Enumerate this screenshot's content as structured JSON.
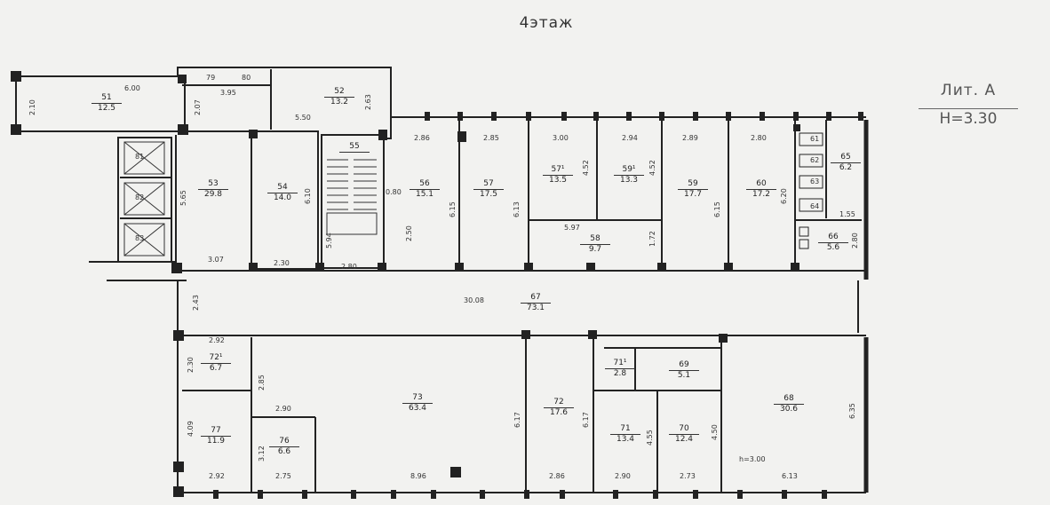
{
  "title": "4этаж",
  "lit": {
    "name": "Лит. А",
    "height": "Н=3.30"
  },
  "rooms": [
    {
      "id": "51",
      "num": "51",
      "area": "12.5"
    },
    {
      "id": "52",
      "num": "52",
      "area": "13.2"
    },
    {
      "id": "53",
      "num": "53",
      "area": "29.8"
    },
    {
      "id": "54",
      "num": "54",
      "area": "14.0"
    },
    {
      "id": "55",
      "num": "55",
      "area": ""
    },
    {
      "id": "56",
      "num": "56",
      "area": "15.1"
    },
    {
      "id": "57",
      "num": "57",
      "area": "17.5"
    },
    {
      "id": "57a",
      "num": "57¹",
      "area": "13.5"
    },
    {
      "id": "59a",
      "num": "59¹",
      "area": "13.3"
    },
    {
      "id": "58",
      "num": "58",
      "area": "9.7"
    },
    {
      "id": "59",
      "num": "59",
      "area": "17.7"
    },
    {
      "id": "60",
      "num": "60",
      "area": "17.2"
    },
    {
      "id": "65",
      "num": "65",
      "area": "6.2"
    },
    {
      "id": "66",
      "num": "66",
      "area": "5.6"
    },
    {
      "id": "67",
      "num": "67",
      "area": "73.1"
    },
    {
      "id": "72a",
      "num": "72¹",
      "area": "6.7"
    },
    {
      "id": "77",
      "num": "77",
      "area": "11.9"
    },
    {
      "id": "76",
      "num": "76",
      "area": "6.6"
    },
    {
      "id": "73",
      "num": "73",
      "area": "63.4"
    },
    {
      "id": "72",
      "num": "72",
      "area": "17.6"
    },
    {
      "id": "71a",
      "num": "71¹",
      "area": "2.8"
    },
    {
      "id": "69",
      "num": "69",
      "area": "5.1"
    },
    {
      "id": "71",
      "num": "71",
      "area": "13.4"
    },
    {
      "id": "70",
      "num": "70",
      "area": "12.4"
    },
    {
      "id": "68",
      "num": "68",
      "area": "30.6"
    }
  ],
  "small_labels": [
    "79",
    "80",
    "81",
    "82",
    "83",
    "61",
    "62",
    "63",
    "64"
  ],
  "dimensions": [
    "6.00",
    "2.10",
    "3.95",
    "2.07",
    "5.50",
    "2.63",
    "5.65",
    "3.07",
    "6.10",
    "2.30",
    "5.94",
    "2.80",
    "0.80",
    "2.50",
    "2.86",
    "6.15",
    "2.85",
    "6.13",
    "3.00",
    "4.52",
    "2.94",
    "4.52",
    "5.97",
    "1.72",
    "2.89",
    "6.15",
    "2.80",
    "6.20",
    "1.55",
    "2.80",
    "30.08",
    "2.43",
    "2.92",
    "2.30",
    "2.85",
    "4.09",
    "2.90",
    "3.12",
    "2.92",
    "2.75",
    "8.96",
    "6.17",
    "2.86",
    "6.17",
    "2.90",
    "4.55",
    "2.73",
    "4.50",
    "6.35",
    "6.13"
  ],
  "room_height_note": "h=3.00"
}
